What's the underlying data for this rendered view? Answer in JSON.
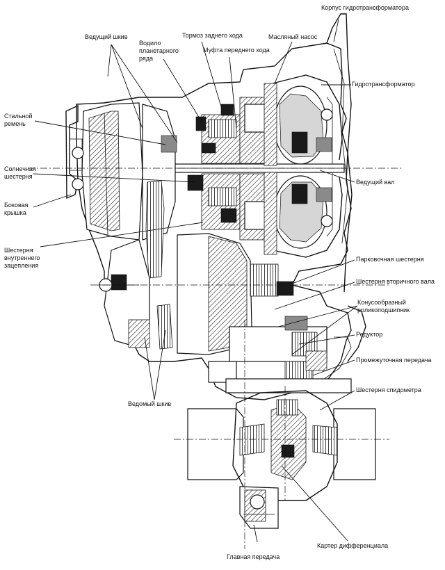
{
  "labels": {
    "converter_housing": "Корпус гидротрансформатора",
    "drive_pulley": "Ведущий шкив",
    "carrier": "Водило планетарного ряда",
    "reverse_brake": "Тормоз заднего хода",
    "forward_clutch": "Муфта переднего хода",
    "oil_pump": "Масляный насос",
    "torque_converter": "Гидротрансформатор",
    "steel_belt": "Стальной ремень",
    "sun_gear": "Солнечная шестерня",
    "input_shaft": "Ведущий вал",
    "side_cover": "Боковая крышка",
    "ring_gear": "Шестерня внутреннего зацепления",
    "parking_gear": "Парковочная шестерня",
    "output_shaft_gear": "Шестерня вторичного вала",
    "taper_bearing": "Конусообразный роликоподшипник",
    "reducer": "Редуктор",
    "idler_gear": "Промежуточная передача",
    "speedometer_gear": "Шестерня спидометра",
    "driven_pulley": "Ведомый шкив",
    "differential_case": "Картер дифференциала",
    "final_drive": "Главная передача"
  }
}
